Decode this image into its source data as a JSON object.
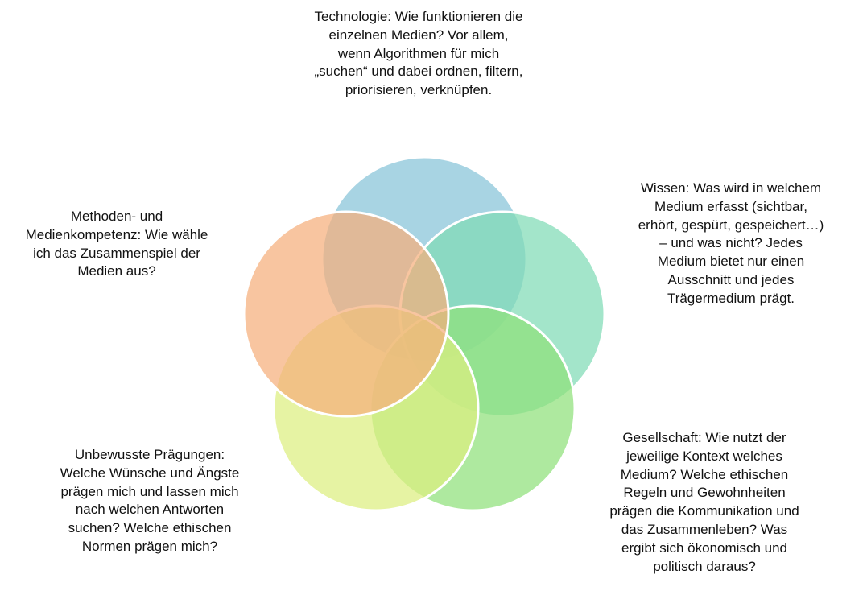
{
  "circles": [
    {
      "id": "technologie",
      "color": "#86c4d8"
    },
    {
      "id": "wissen",
      "color": "#7fdbb6"
    },
    {
      "id": "gesellschaft",
      "color": "#8fe07a"
    },
    {
      "id": "praegungen",
      "color": "#dcef80"
    },
    {
      "id": "methoden",
      "color": "#f5ae7c"
    }
  ],
  "labels": {
    "technologie": [
      "Technologie: Wie funktionieren die",
      "einzelnen Medien? Vor allem,",
      "wenn Algorithmen für mich",
      "„suchen“ und dabei ordnen, filtern,",
      "priorisieren, verknüpfen."
    ],
    "wissen": [
      "Wissen: Was wird in welchem",
      "Medium erfasst (sichtbar,",
      "erhört, gespürt, gespeichert…)",
      "– und was nicht? Jedes",
      "Medium bietet nur einen",
      "Ausschnitt und jedes",
      "Trägermedium prägt."
    ],
    "methoden": [
      "Methoden- und",
      "Medienkompetenz: Wie wähle",
      "ich das Zusammenspiel der",
      "Medien aus?"
    ],
    "praegungen": [
      "Unbewusste Prägungen:",
      "Welche Wünsche und Ängste",
      "prägen mich und lassen mich",
      "nach welchen Antworten",
      "suchen? Welche ethischen",
      "Normen prägen mich?"
    ],
    "gesellschaft": [
      "Gesellschaft: Wie nutzt der",
      "jeweilige Kontext welches",
      "Medium? Welche ethischen",
      "Regeln und Gewohnheiten",
      "prägen die Kommunikation und",
      "das Zusammenleben? Was",
      "ergibt sich ökonomisch und",
      "politisch daraus?"
    ]
  }
}
